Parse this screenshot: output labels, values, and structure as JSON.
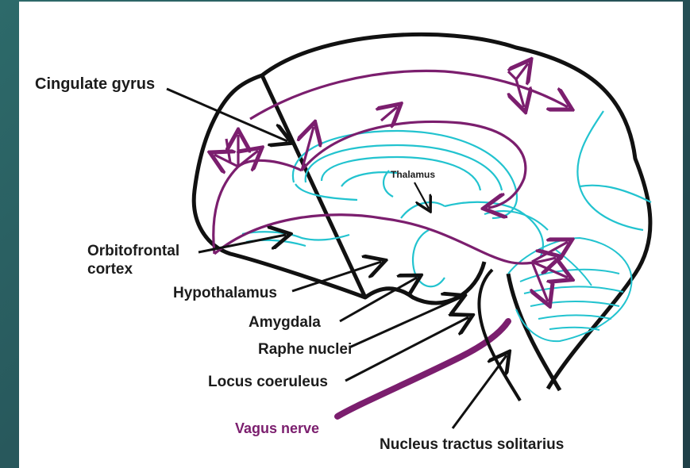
{
  "diagram": {
    "labels": {
      "cingulate_gyrus": "Cingulate gyrus",
      "thalamus": "Thalamus",
      "orbitofrontal_line1": "Orbitofrontal",
      "orbitofrontal_line2": "cortex",
      "hypothalamus": "Hypothalamus",
      "amygdala": "Amygdala",
      "raphe_nuclei": "Raphe nuclei",
      "locus_coeruleus": "Locus coeruleus",
      "vagus_nerve": "Vagus nerve",
      "nucleus_tractus_solitarius": "Nucleus tractus solitarius"
    },
    "colors": {
      "outline": "#111111",
      "structure": "#22c3cf",
      "pathway": "#7b1e6e",
      "frame": "#2d6a6a",
      "background": "#ffffff"
    }
  }
}
